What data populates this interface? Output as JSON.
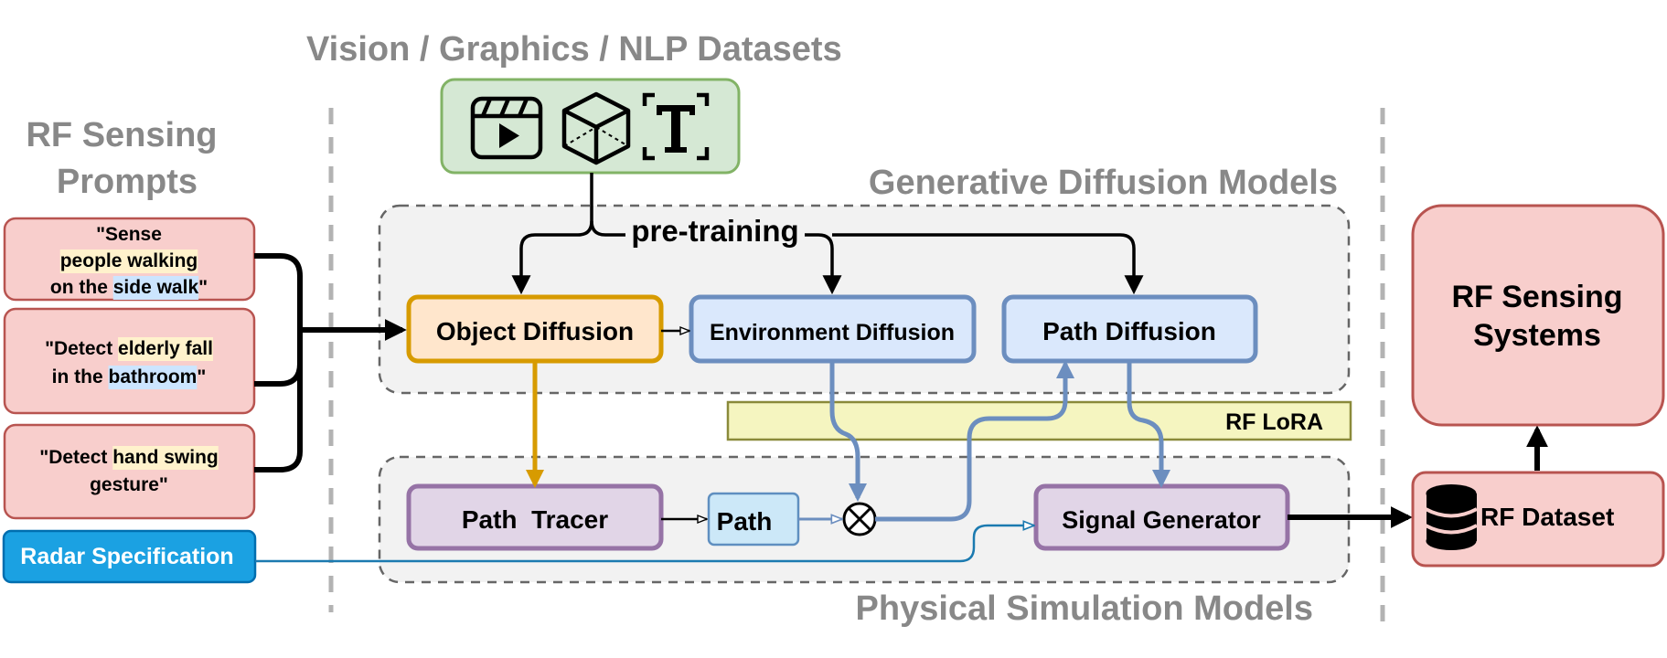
{
  "headings": {
    "datasets": "Vision / Graphics / NLP Datasets",
    "generative": "Generative Diffusion Models",
    "physical": "Physical Simulation Models",
    "rf_prompts_line1": "RF Sensing",
    "rf_prompts_line2": "Prompts"
  },
  "prompts": [
    {
      "lines": [
        [
          {
            "t": "\"Sense",
            "hl": ""
          }
        ],
        [
          {
            "t": "people walking",
            "hl": "y"
          }
        ],
        [
          {
            "t": "on the ",
            "hl": ""
          },
          {
            "t": "side walk",
            "hl": "b"
          },
          {
            "t": "\"",
            "hl": ""
          }
        ]
      ]
    },
    {
      "lines": [
        [
          {
            "t": "\"Detect ",
            "hl": ""
          },
          {
            "t": "elderly fall",
            "hl": "y"
          }
        ],
        [
          {
            "t": "in the ",
            "hl": ""
          },
          {
            "t": "bathroom",
            "hl": "b"
          },
          {
            "t": "\"",
            "hl": ""
          }
        ]
      ]
    },
    {
      "lines": [
        [
          {
            "t": "\"Detect ",
            "hl": ""
          },
          {
            "t": "hand swing",
            "hl": "y"
          }
        ],
        [
          {
            "t": "gesture\"",
            "hl": ""
          }
        ]
      ]
    }
  ],
  "radar_spec": "Radar Specification",
  "pretraining_label": "pre-training",
  "boxes": {
    "object_diffusion": "Object Diffusion",
    "environment_diffusion": "Environment Diffusion",
    "path_diffusion": "Path Diffusion",
    "rf_lora": "RF LoRA",
    "path_tracer": "Path  Tracer",
    "path": "Path",
    "signal_generator": "Signal Generator",
    "rf_dataset": "RF Dataset",
    "rf_systems_line1": "RF Sensing",
    "rf_systems_line2": "Systems"
  },
  "icons": [
    "video-clapper-icon",
    "cube-3d-icon",
    "text-T-icon",
    "database-icon",
    "multiply-circle-icon"
  ],
  "colors": {
    "prompt_fill": "#f8cecc",
    "prompt_stroke": "#b85450",
    "radar_fill": "#1ba1e2",
    "radar_stroke": "#006eaf",
    "dataset_fill": "#d5e8d4",
    "dataset_stroke": "#82b366",
    "object_fill": "#ffe6cc",
    "object_stroke": "#d79b00",
    "blue_fill": "#dae8fc",
    "blue_stroke": "#6c8ebf",
    "path_fill": "#cce8f8",
    "path_stroke": "#5f8fc0",
    "lora_fill": "#f5f5c0",
    "lora_stroke": "#8a8a3a",
    "purple_fill": "#e1d5e7",
    "purple_stroke": "#9673a6",
    "group_fill": "#f2f2f2",
    "heading_gray": "#888888",
    "gold_arrow": "#d79b00",
    "blue_arrow": "#6c8ebf"
  }
}
